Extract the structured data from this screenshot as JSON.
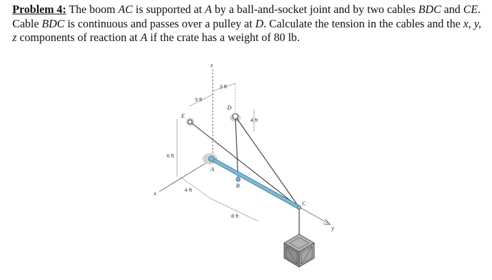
{
  "problem": {
    "label": "Problem 4:",
    "s1": " The boom ",
    "v_ac": "AC",
    "s2": " is supported at ",
    "v_a1": "A",
    "s3": " by a ball-and-socket joint and by two cables ",
    "v_bdc": "BDC",
    "s4": " and ",
    "v_ce": "CE",
    "s5": ".  Cable ",
    "v_bdc2": "BDC",
    "s6": " is continuous and passes over a pulley at ",
    "v_d": "D",
    "s7": ".  Calculate the tension in the cables and the ",
    "v_xyz": "x, y, z",
    "s8": " components of reaction at ",
    "v_a2": "A",
    "s9": " if the crate has a weight of 80 lb."
  },
  "figure": {
    "axes": {
      "x": "x",
      "y": "y",
      "z": "z"
    },
    "points": {
      "A": "A",
      "B": "B",
      "C": "C",
      "D": "D",
      "E": "E"
    },
    "dims": {
      "d3ft_top": "3 ft",
      "d3ft_left": "3 ft",
      "d4ft_right": "4 ft",
      "d6ft": "6 ft",
      "d4ft_bottom": "4 ft",
      "d8ft": "8 ft"
    },
    "colors": {
      "boom": "#7fb9d6",
      "boom_edge": "#3d7fa3",
      "wall_shade": "#d9d3c7"
    }
  }
}
